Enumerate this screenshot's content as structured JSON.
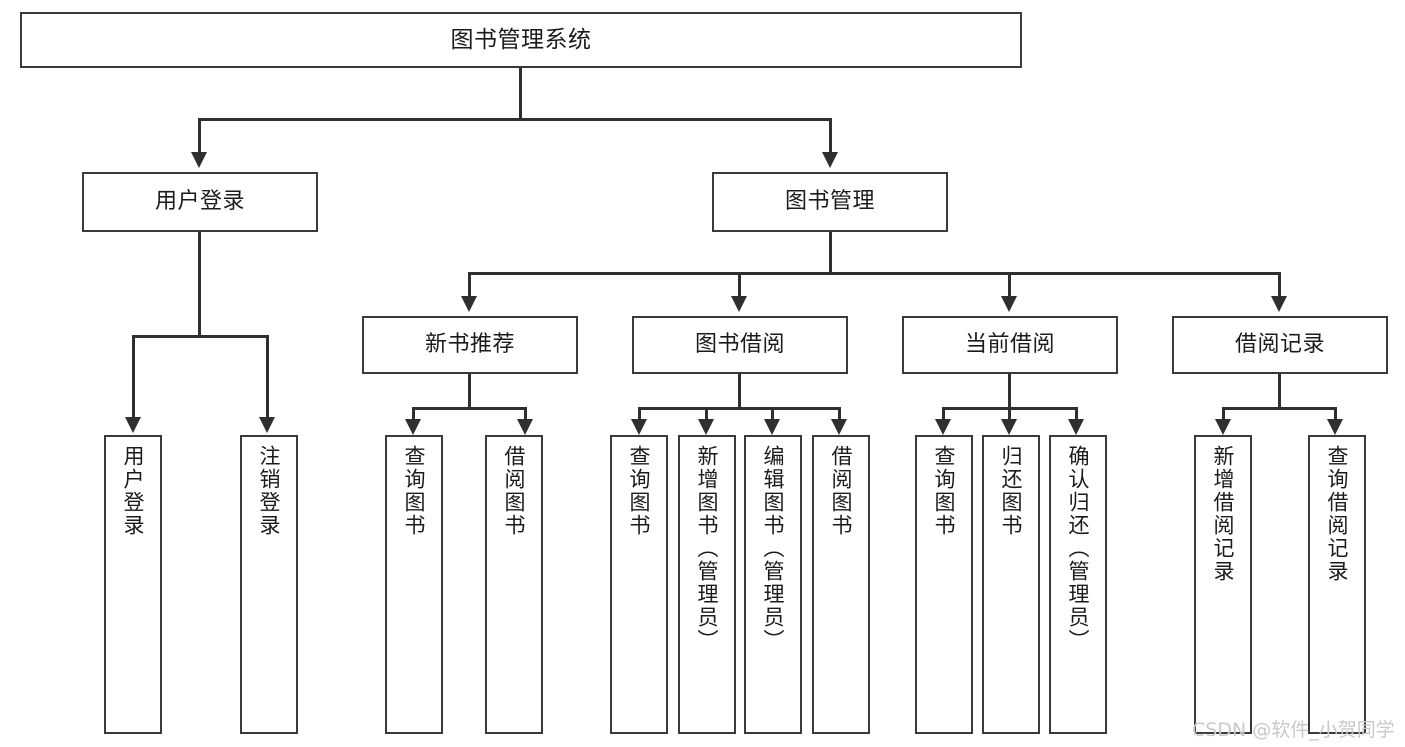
{
  "diagram": {
    "title": "图书管理系统",
    "type": "tree-hierarchy",
    "watermark": "CSDN @软件_小贺同学",
    "colors": {
      "box_border": "#3a3a3a",
      "connector": "#2f2f2f",
      "background": "#ffffff",
      "text": "#1b1b1b",
      "watermark": "#c9c9c9"
    },
    "root": {
      "label": "图书管理系统"
    },
    "level1": [
      {
        "label": "用户登录"
      },
      {
        "label": "图书管理"
      }
    ],
    "level2": [
      {
        "label": "新书推荐"
      },
      {
        "label": "图书借阅"
      },
      {
        "label": "当前借阅"
      },
      {
        "label": "借阅记录"
      }
    ],
    "leaves": {
      "user_login": [
        {
          "label": "用户登录"
        },
        {
          "label": "注销登录"
        }
      ],
      "new_book_recommend": [
        {
          "label": "查询图书"
        },
        {
          "label": "借阅图书"
        }
      ],
      "book_borrow": [
        {
          "label": "查询图书"
        },
        {
          "label": "新增图书（管理员）"
        },
        {
          "label": "编辑图书（管理员）"
        },
        {
          "label": "借阅图书"
        }
      ],
      "current_borrow": [
        {
          "label": "查询图书"
        },
        {
          "label": "归还图书"
        },
        {
          "label": "确认归还（管理员）"
        }
      ],
      "borrow_record": [
        {
          "label": "新增借阅记录"
        },
        {
          "label": "查询借阅记录"
        }
      ]
    }
  }
}
